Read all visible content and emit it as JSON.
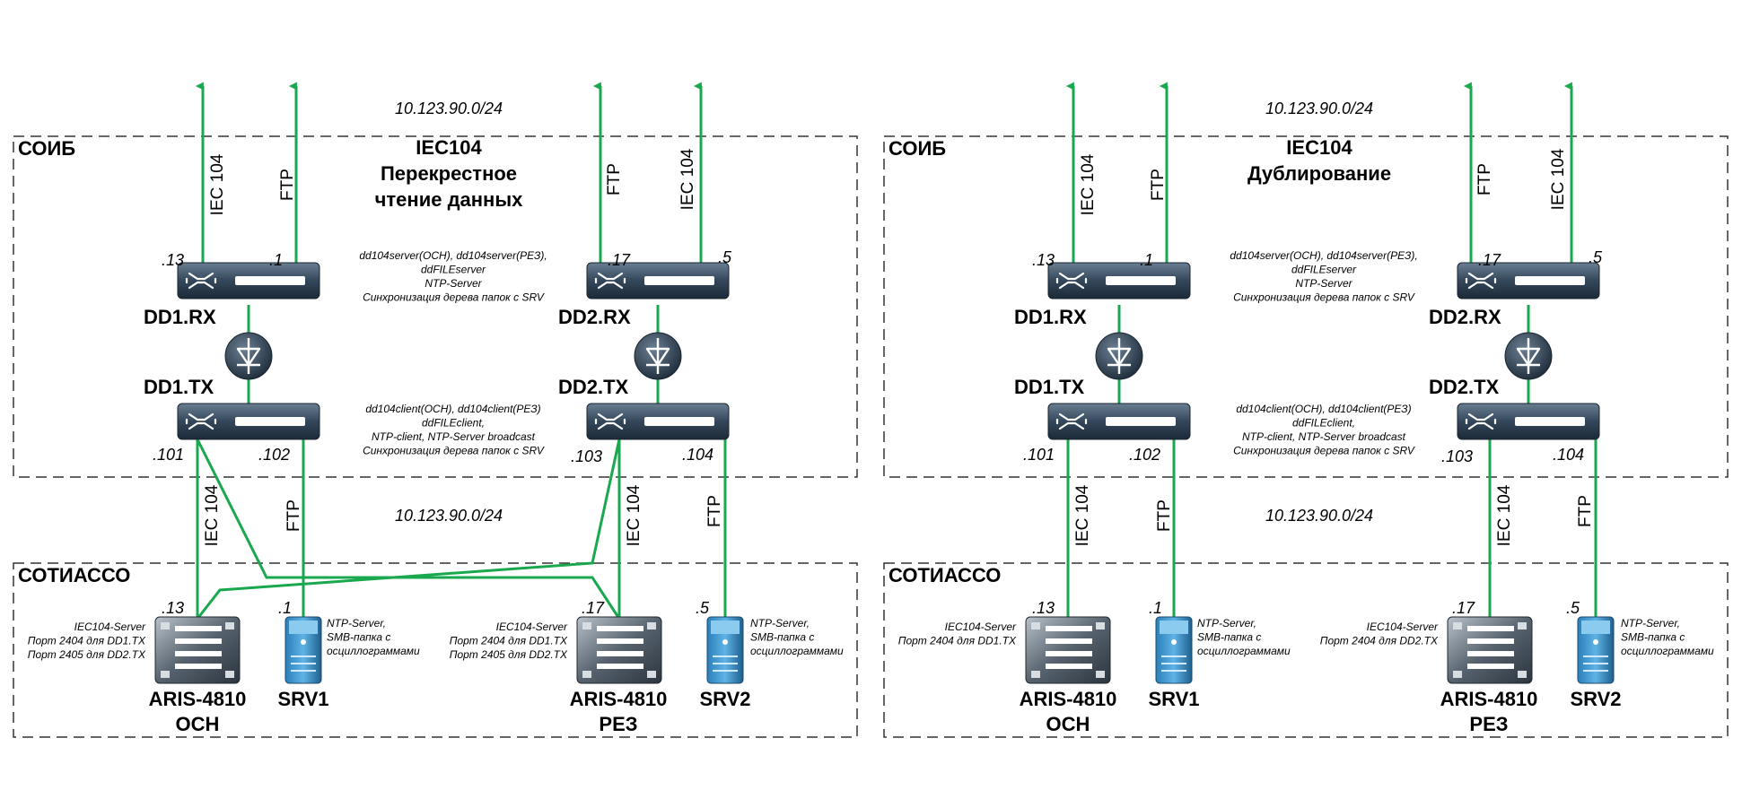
{
  "colors": {
    "link": "#1aa84f",
    "border": "#333333"
  },
  "panels": [
    {
      "zone_top": "СОИБ",
      "zone_bottom": "СОТИАССО",
      "title_lines": [
        "IEC104",
        "Перекрестное",
        "чтение данных"
      ],
      "subnet_top": "10.123.90.0/24",
      "subnet_mid": "10.123.90.0/24",
      "dd1_rx": "DD1.RX",
      "dd1_tx": "DD1.TX",
      "dd2_rx": "DD2.RX",
      "dd2_tx": "DD2.TX",
      "ip_dd1_rx_left": ".13",
      "ip_dd1_rx_right": ".1",
      "ip_dd2_rx_left": ".17",
      "ip_dd2_rx_right": ".5",
      "ip_dd1_tx_left": ".101",
      "ip_dd1_tx_right": ".102",
      "ip_dd2_tx_left": ".103",
      "ip_dd2_tx_right": ".104",
      "ip_aris1": ".13",
      "ip_srv1": ".1",
      "ip_aris2": ".17",
      "ip_srv2": ".5",
      "up_iec_left": "IEC 104",
      "up_ftp_left": "FTP",
      "up_ftp_right": "FTP",
      "up_iec_right": "IEC 104",
      "down_iec_left": "IEC 104",
      "down_ftp_left": "FTP",
      "down_iec_right": "IEC 104",
      "down_ftp_right": "FTP",
      "rx_note": [
        "dd104server(ОСН), dd104server(РЕЗ),",
        "ddFILEserver",
        "NTP-Server",
        "Синхронизация дерева папок с SRV"
      ],
      "tx_note": [
        "dd104client(ОСН), dd104client(РЕЗ)",
        "ddFILEclient,",
        "NTP-client, NTP-Server broadcast",
        "Синхронизация дерева папок с SRV"
      ],
      "aris1_note": [
        "IEC104-Server",
        "Порт 2404 для DD1.TX",
        "Порт 2405 для DD2.TX"
      ],
      "aris2_note": [
        "IEC104-Server",
        "Порт 2404 для DD1.TX",
        "Порт 2405 для DD2.TX"
      ],
      "srv1_note": [
        "NTP-Server,",
        "SMB-папка с",
        "осциллограммами"
      ],
      "srv2_note": [
        "NTP-Server,",
        "SMB-папка с",
        "осциллограммами"
      ],
      "aris1_name": [
        "ARIS-4810",
        "ОСН"
      ],
      "aris2_name": [
        "ARIS-4810",
        "РЕЗ"
      ],
      "srv1_name": "SRV1",
      "srv2_name": "SRV2"
    },
    {
      "zone_top": "СОИБ",
      "zone_bottom": "СОТИАССО",
      "title_lines": [
        "IEC104",
        "Дублирование"
      ],
      "subnet_top": "10.123.90.0/24",
      "subnet_mid": "10.123.90.0/24",
      "dd1_rx": "DD1.RX",
      "dd1_tx": "DD1.TX",
      "dd2_rx": "DD2.RX",
      "dd2_tx": "DD2.TX",
      "ip_dd1_rx_left": ".13",
      "ip_dd1_rx_right": ".1",
      "ip_dd2_rx_left": ".17",
      "ip_dd2_rx_right": ".5",
      "ip_dd1_tx_left": ".101",
      "ip_dd1_tx_right": ".102",
      "ip_dd2_tx_left": ".103",
      "ip_dd2_tx_right": ".104",
      "ip_aris1": ".13",
      "ip_srv1": ".1",
      "ip_aris2": ".17",
      "ip_srv2": ".5",
      "up_iec_left": "IEC 104",
      "up_ftp_left": "FTP",
      "up_ftp_right": "FTP",
      "up_iec_right": "IEC 104",
      "down_iec_left": "IEC 104",
      "down_ftp_left": "FTP",
      "down_iec_right": "IEC 104",
      "down_ftp_right": "FTP",
      "rx_note": [
        "dd104server(ОСН), dd104server(РЕЗ),",
        "ddFILEserver",
        "NTP-Server",
        "Синхронизация дерева папок с SRV"
      ],
      "tx_note": [
        "dd104client(ОСН), dd104client(РЕЗ)",
        "ddFILEclient,",
        "NTP-client, NTP-Server broadcast",
        "Синхронизация дерева папок с SRV"
      ],
      "aris1_note": [
        "IEC104-Server",
        "Порт 2404 для DD1.TX"
      ],
      "aris2_note": [
        "IEC104-Server",
        "Порт 2404 для DD2.TX"
      ],
      "srv1_note": [
        "NTP-Server,",
        "SMB-папка с",
        "осциллограммами"
      ],
      "srv2_note": [
        "NTP-Server,",
        "SMB-папка с",
        "осциллограммами"
      ],
      "aris1_name": [
        "ARIS-4810",
        "ОСН"
      ],
      "aris2_name": [
        "ARIS-4810",
        "РЕЗ"
      ],
      "srv1_name": "SRV1",
      "srv2_name": "SRV2"
    }
  ]
}
